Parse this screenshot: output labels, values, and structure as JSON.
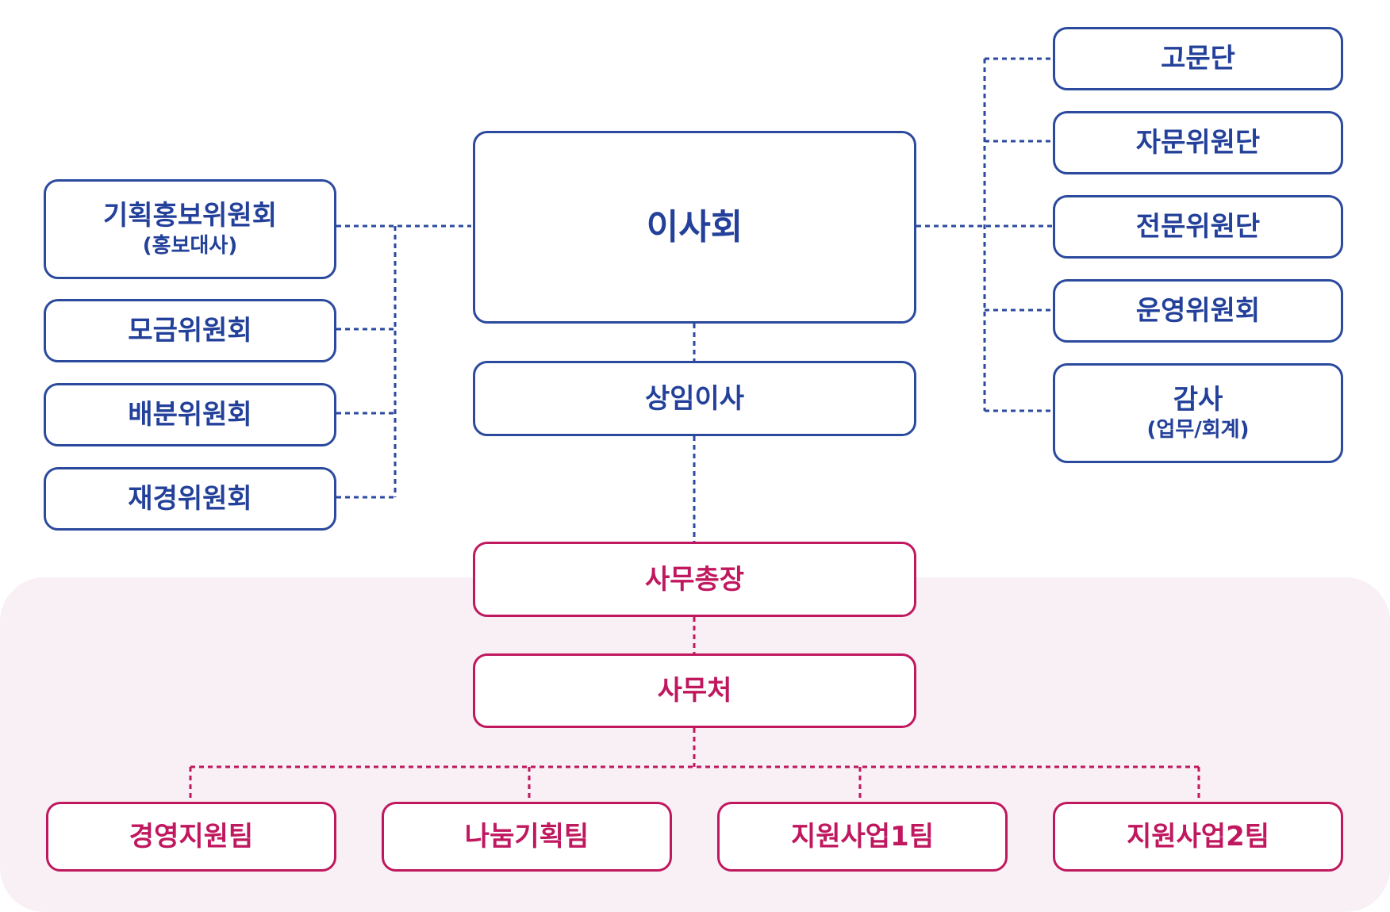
{
  "board": {
    "label": "이사회"
  },
  "standing_director": {
    "label": "상임이사"
  },
  "left_committees": [
    {
      "label": "기획홍보위원회",
      "sub": "(홍보대사)"
    },
    {
      "label": "모금위원회"
    },
    {
      "label": "배분위원회"
    },
    {
      "label": "재경위원회"
    }
  ],
  "right_groups": [
    {
      "label": "고문단"
    },
    {
      "label": "자문위원단"
    },
    {
      "label": "전문위원단"
    },
    {
      "label": "운영위원회"
    },
    {
      "label": "감사",
      "sub": "(업무/회계)"
    }
  ],
  "secretary_general": {
    "label": "사무총장"
  },
  "secretariat": {
    "label": "사무처"
  },
  "teams": [
    {
      "label": "경영지원팀"
    },
    {
      "label": "나눔기획팀"
    },
    {
      "label": "지원사업1팀"
    },
    {
      "label": "지원사업2팀"
    }
  ],
  "colors": {
    "blue": "#2b4a9d",
    "pink": "#c0185f",
    "office_bg": "#f8f0f4"
  }
}
